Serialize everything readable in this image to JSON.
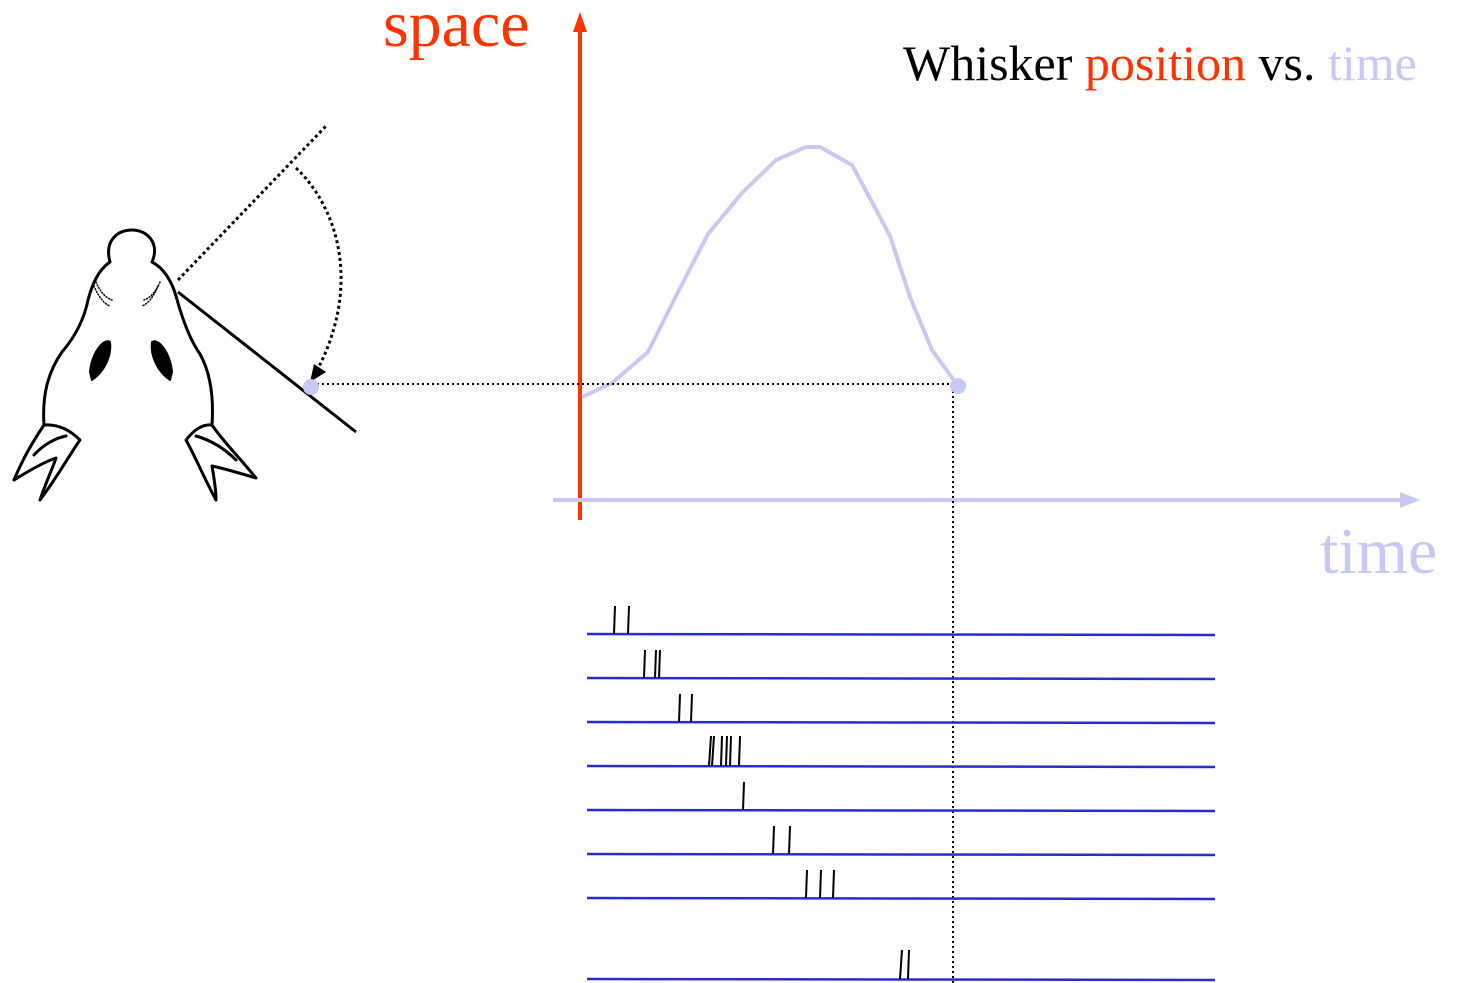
{
  "labels": {
    "space": "space",
    "time": "time",
    "title_prefix": "Whisker ",
    "title_position": "position",
    "title_vs": " vs. ",
    "title_time": "time"
  },
  "colors": {
    "space_axis": "#ff3300",
    "time_axis": "#c8c8f5",
    "curve": "#c8c8f5",
    "raster_line": "#2b2bd0",
    "spike": "#000000",
    "title_text": "#000000"
  },
  "spike_trains": [
    {
      "trial": 1,
      "spike_count": 2
    },
    {
      "trial": 2,
      "spike_count": 3
    },
    {
      "trial": 3,
      "spike_count": 2
    },
    {
      "trial": 4,
      "spike_count": 6
    },
    {
      "trial": 5,
      "spike_count": 1
    },
    {
      "trial": 6,
      "spike_count": 2
    },
    {
      "trial": 7,
      "spike_count": 3
    },
    {
      "trial": 8,
      "spike_count": 2
    }
  ]
}
